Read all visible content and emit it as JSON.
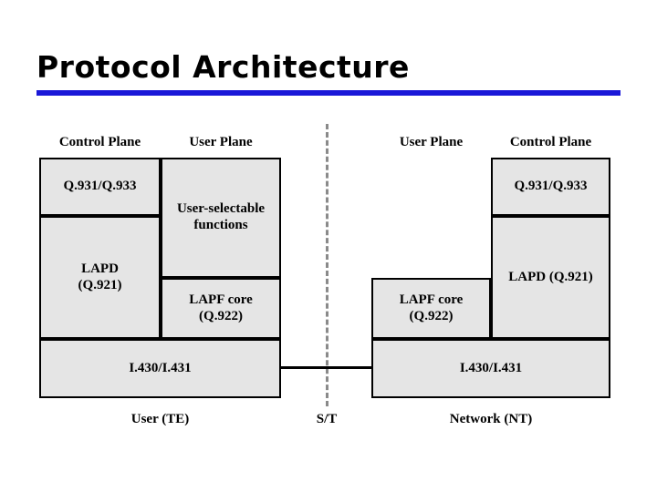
{
  "slide": {
    "title": "Protocol Architecture",
    "rule_color": "#1a18d8",
    "background": "#ffffff"
  },
  "diagram": {
    "box_fill": "#e5e5e5",
    "box_border": "#000000",
    "reference_line_color": "#8a8a8a",
    "left_side": {
      "footer_label": "User (TE)",
      "column_headers": [
        {
          "label": "Control Plane"
        },
        {
          "label": "User Plane"
        }
      ],
      "boxes": [
        {
          "id": "left-control-signaling",
          "label": "Q.931/Q.933"
        },
        {
          "id": "left-control-lapd",
          "label": "LAPD\n(Q.921)"
        },
        {
          "id": "left-user-selectable",
          "label": "User-selectable\nfunctions"
        },
        {
          "id": "left-user-lapf",
          "label": "LAPF core\n(Q.922)"
        },
        {
          "id": "left-physical",
          "label": "I.430/I.431"
        }
      ]
    },
    "center": {
      "reference_point_label": "S/T"
    },
    "right_side": {
      "footer_label": "Network (NT)",
      "column_headers": [
        {
          "label": "User Plane"
        },
        {
          "label": "Control Plane"
        }
      ],
      "boxes": [
        {
          "id": "right-control-signaling",
          "label": "Q.931/Q.933"
        },
        {
          "id": "right-control-lapd",
          "label": "LAPD (Q.921)"
        },
        {
          "id": "right-user-lapf",
          "label": "LAPF core\n(Q.922)"
        },
        {
          "id": "right-physical",
          "label": "I.430/I.431"
        }
      ]
    }
  }
}
